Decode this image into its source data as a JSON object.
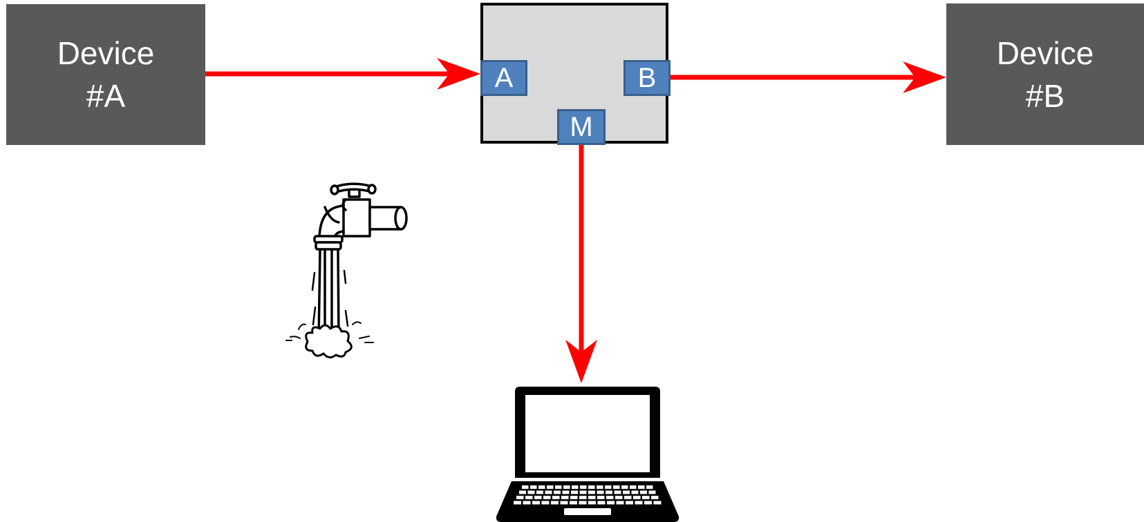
{
  "devices": {
    "a": {
      "line1": "Device",
      "line2": "#A"
    },
    "b": {
      "line1": "Device",
      "line2": "#B"
    }
  },
  "tap": {
    "ports": {
      "a": "A",
      "b": "B",
      "m": "M"
    }
  },
  "icons": {
    "faucet": "faucet-icon",
    "laptop": "laptop-icon"
  },
  "colors": {
    "device_fill": "#595959",
    "tap_fill": "#d9d9d9",
    "port_fill": "#4f81bd",
    "arrow": "#ff0000"
  }
}
